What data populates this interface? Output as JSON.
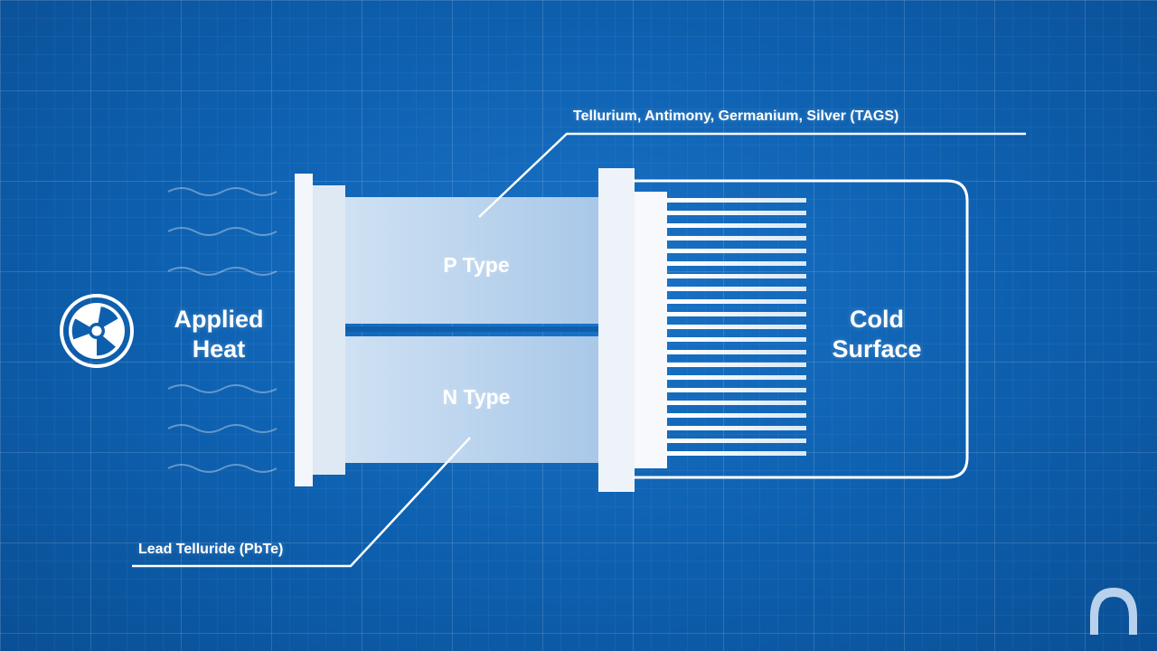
{
  "labels": {
    "applied_heat_line1": "Applied",
    "applied_heat_line2": "Heat",
    "cold_surface_line1": "Cold",
    "cold_surface_line2": "Surface",
    "p_type": "P Type",
    "n_type": "N Type",
    "p_material": "Tellurium, Antimony, Germanium, Silver (TAGS)",
    "n_material": "Lead Telluride (PbTe)"
  },
  "icons": {
    "heat": "radiation-icon",
    "logo": "arch-logo"
  },
  "colors": {
    "background": "#0d5fae",
    "block": "#bcd6ee",
    "plate": "#f1f5fa",
    "line": "#ffffff"
  }
}
